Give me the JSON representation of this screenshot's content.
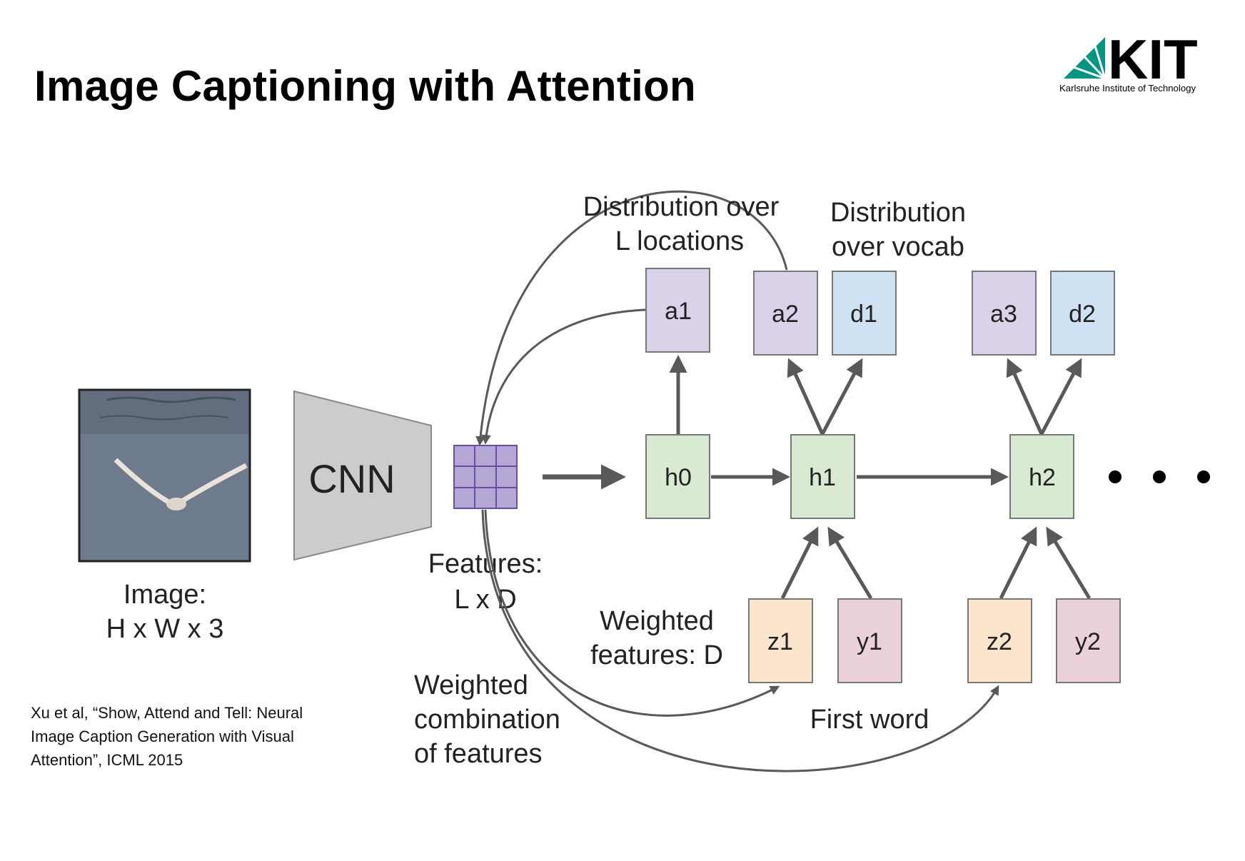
{
  "slide": {
    "title": "Image Captioning with Attention",
    "logo": {
      "text": "KIT",
      "subtitle": "Karlsruhe Institute of Technology"
    },
    "citation": "Xu et al, “Show, Attend and Tell: Neural Image Caption Generation with Visual Attention”, ICML 2015"
  },
  "diagram": {
    "image_label": [
      "Image:",
      "H x W x 3"
    ],
    "cnn_label": "CNN",
    "features_label": [
      "Features:",
      "L x D"
    ],
    "dist_locations_label": [
      "Distribution over",
      "L locations"
    ],
    "dist_vocab_label": [
      "Distribution",
      "over vocab"
    ],
    "weighted_features_label": [
      "Weighted",
      "features: D"
    ],
    "weighted_combination_label": [
      "Weighted",
      "combination",
      "of features"
    ],
    "first_word_label": "First word",
    "nodes": {
      "a1": "a1",
      "a2": "a2",
      "d1": "d1",
      "a3": "a3",
      "d2": "d2",
      "h0": "h0",
      "h1": "h1",
      "h2": "h2",
      "z1": "z1",
      "y1": "y1",
      "z2": "z2",
      "y2": "y2"
    },
    "colors": {
      "attention": "#d9d2e9",
      "vocab": "#cfe2f3",
      "hidden": "#d9ead3",
      "weighted": "#fce5cd",
      "word": "#ead1dc",
      "cnn": "#cccccc",
      "feature_grid": "#b4a7d6",
      "arrow": "#595959",
      "kit_green": "#009682"
    }
  }
}
